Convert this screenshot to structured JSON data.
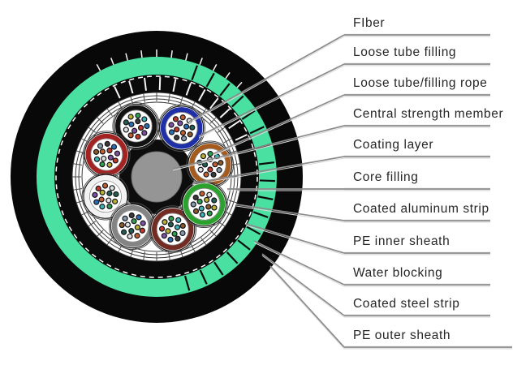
{
  "diagram": {
    "title_hint": "fiber optic cable cross-section",
    "labels": [
      {
        "text": "FIber"
      },
      {
        "text": "Loose tube filling"
      },
      {
        "text": "Loose tube/filling rope"
      },
      {
        "text": "Central strength member"
      },
      {
        "text": "Coating layer"
      },
      {
        "text": "Core filling"
      },
      {
        "text": "Coated aluminum strip"
      },
      {
        "text": "PE inner sheath"
      },
      {
        "text": "Water blocking"
      },
      {
        "text": "Coated steel strip"
      },
      {
        "text": "PE outer sheath"
      }
    ],
    "colors": {
      "background": "#ffffff",
      "pe_outer_sheath_black": "#080808",
      "water_blocking_green": "#49e0a2",
      "pe_inner_sheath_black": "#0a0a0a",
      "tape_band_white": "#ffffff",
      "core_filling_white": "#ffffff",
      "coating_layer_black": "#0d0d0d",
      "central_member_gray": "#959595",
      "leader_line_gray": "#8c8c8c",
      "leader_shadow_gray": "#d9d9d9",
      "label_text": "#262626",
      "thin_ring_gray": "#3a3a3a"
    },
    "tubes": [
      {
        "position": "upper-left",
        "ring_color": "#121212"
      },
      {
        "position": "upper-right",
        "ring_color": "#1e2fa8"
      },
      {
        "position": "left",
        "ring_color": "#a32222"
      },
      {
        "position": "right",
        "ring_color": "#a55a1e"
      },
      {
        "position": "lower-left",
        "ring_color": "#f2f2f2"
      },
      {
        "position": "bottom-left",
        "ring_color": "#848484"
      },
      {
        "position": "bottom-right",
        "ring_color": "#722c24"
      },
      {
        "position": "lower-right",
        "ring_color": "#2ba22e"
      }
    ],
    "fiber_colors": [
      "#2b6fb3",
      "#2e9e4f",
      "#c0392b",
      "#8a5a2a",
      "#e0e0e0",
      "#3a3a3a",
      "#b8b230",
      "#7d4fa0",
      "#3bb3b3",
      "#c06030",
      "#8899aa",
      "#225e52"
    ]
  }
}
